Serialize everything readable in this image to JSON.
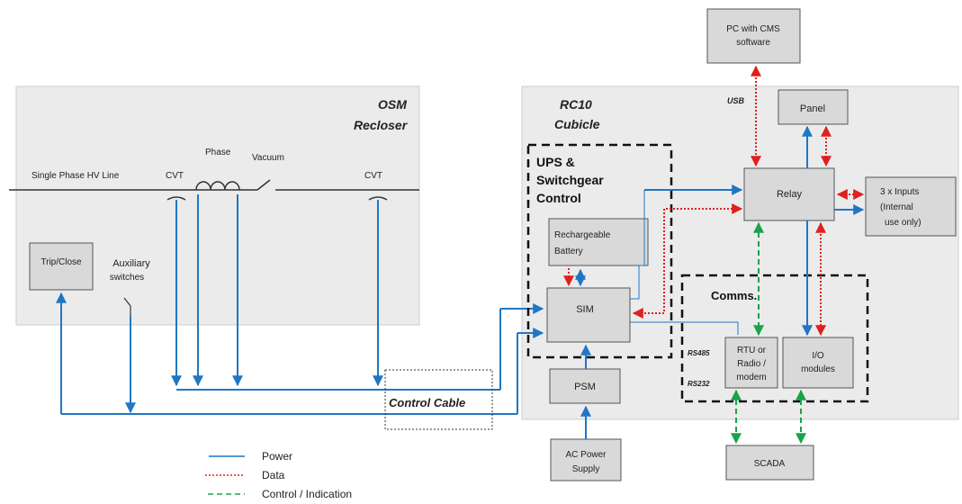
{
  "osm": {
    "title_line1": "OSM",
    "title_line2": "Recloser"
  },
  "rc10": {
    "title_line1": "RC10",
    "title_line2": "Cubicle"
  },
  "line": {
    "hv_line": "Single Phase HV Line",
    "cvt_left": "CVT",
    "phase": "Phase",
    "vacuum": "Vacuum",
    "cvt_right": "CVT"
  },
  "osm_components": {
    "trip_close": "Trip/Close",
    "aux_line1": "Auxiliary",
    "aux_line2": "switches"
  },
  "ups": {
    "line1": "UPS &",
    "line2": "Switchgear",
    "line3": "Control"
  },
  "blocks": {
    "battery_line1": "Rechargeable",
    "battery_line2": "Battery",
    "sim": "SIM",
    "psm": "PSM",
    "ac_line1": "AC Power",
    "ac_line2": "Supply",
    "pc_line1": "PC with CMS",
    "pc_line2": "software",
    "panel": "Panel",
    "relay": "Relay",
    "inputs_line1": "3 x Inputs",
    "inputs_line2": "(Internal",
    "inputs_line3": "use only)",
    "rtu_line1": "RTU or",
    "rtu_line2": "Radio /",
    "rtu_line3": "modem",
    "io_line1": "I/O",
    "io_line2": "modules",
    "scada": "SCADA"
  },
  "comms": {
    "title": "Comms.",
    "usb": "USB",
    "rs485": "RS485",
    "rs232": "RS232"
  },
  "control_cable": "Control Cable",
  "legend": {
    "power": "Power",
    "data": "Data",
    "control": "Control / Indication"
  },
  "colors": {
    "power": "#1f77c4",
    "data": "#e0201e",
    "control": "#1aa34a",
    "region_fill": "#ebebeb",
    "block_fill": "#d9d9d9"
  }
}
